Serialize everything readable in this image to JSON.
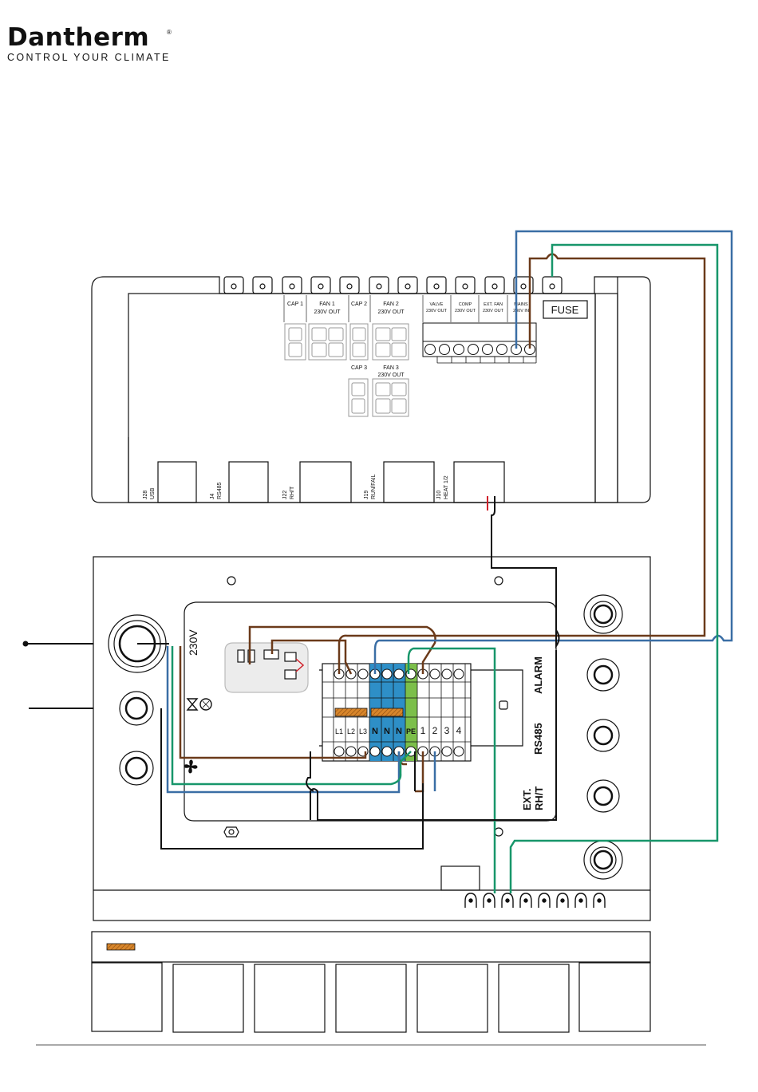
{
  "brand": {
    "name": "Dantherm",
    "registered_mark": "®",
    "tagline": "CONTROL YOUR CLIMATE"
  },
  "pcb": {
    "cap1": "CAP 1",
    "fan1_line1": "FAN 1",
    "fan1_line2": "230V OUT",
    "cap2": "CAP 2",
    "fan2_line1": "FAN 2",
    "fan2_line2": "230V OUT",
    "cap3": "CAP 3",
    "fan3_line1": "FAN 3",
    "fan3_line2": "230V OUT",
    "valve_line1": "VALVE",
    "valve_line2": "230V OUT",
    "comp_line1": "COMP",
    "comp_line2": "230V OUT",
    "extfan_line1": "EXT. FAN",
    "extfan_line2": "230V OUT",
    "mains_line1": "MAINS",
    "mains_line2": "230V IN",
    "fuse": "FUSE",
    "j28_line1": "J28",
    "j28_line2": "USB",
    "j4_line1": "J4",
    "j4_line2": "RS485",
    "j22_line1": "J22",
    "j22_line2": "RH/T",
    "j19_line1": "J19",
    "j19_line2": "RUN/FAIL",
    "j10_line1": "J10",
    "j10_line2": "HEAT 1/2"
  },
  "terminal_box": {
    "voltage": "230V",
    "terminals": [
      "L1",
      "L2",
      "L3",
      "N",
      "N",
      "N",
      "PE",
      "1",
      "2",
      "3",
      "4"
    ],
    "side_labels": {
      "alarm": "ALARM",
      "rs485": "RS485",
      "ext_line1": "EXT.",
      "ext_line2": "RH/T"
    }
  },
  "colors": {
    "brown_wire": "#6b3a1a",
    "blue_wire": "#3a6ea5",
    "green_wire": "#17966a",
    "neutral_terminal": "#2e8fc7",
    "pe_terminal": "#7cbf4a",
    "hatch": "#d8862b",
    "red_wire": "#d0202a"
  }
}
